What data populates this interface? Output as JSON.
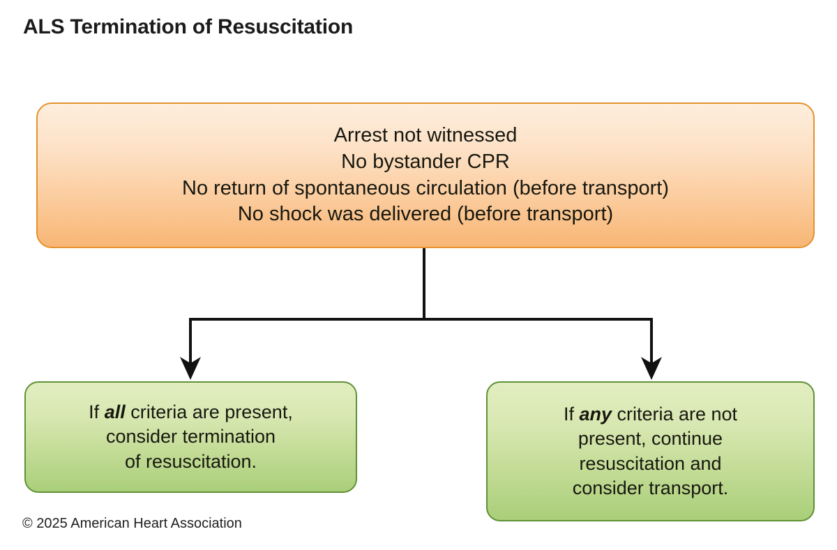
{
  "page": {
    "title": "ALS Termination of Resuscitation",
    "background_color": "#ffffff"
  },
  "criteria_box": {
    "name": "criteria-box",
    "fill_top_color": "#fdeedd",
    "fill_bottom_color": "#f8b675",
    "border_color": "#e3922f",
    "lines": [
      "Arrest not witnessed",
      "No bystander CPR",
      "No return of spontaneous circulation (before transport)",
      "No shock was delivered (before transport)"
    ]
  },
  "outcomes": {
    "fill_top_color": "#e2edc0",
    "fill_bottom_color": "#a9cf79",
    "border_color": "#5f9136",
    "left": {
      "name": "outcome-all",
      "lines": [
        {
          "pre": "If ",
          "emphasis": "all",
          "post": " criteria are present,"
        },
        {
          "pre": "consider termination",
          "emphasis": "",
          "post": ""
        },
        {
          "pre": "of resuscitation.",
          "emphasis": "",
          "post": ""
        }
      ]
    },
    "right": {
      "name": "outcome-any",
      "lines": [
        {
          "pre": "If ",
          "emphasis": "any",
          "post": " criteria are not"
        },
        {
          "pre": "present, continue",
          "emphasis": "",
          "post": ""
        },
        {
          "pre": "resuscitation and",
          "emphasis": "",
          "post": ""
        },
        {
          "pre": "consider transport.",
          "emphasis": "",
          "post": ""
        }
      ]
    }
  },
  "connector": {
    "name": "flow-connector",
    "stroke_color": "#111111",
    "stroke_width": 4
  },
  "footer": {
    "copyright": "© 2025 American Heart Association"
  }
}
